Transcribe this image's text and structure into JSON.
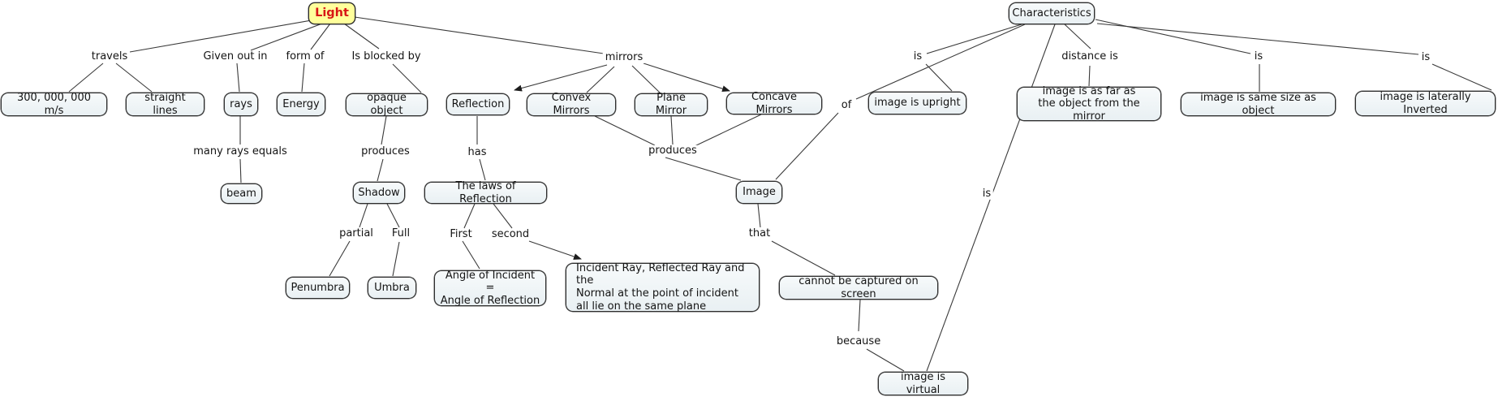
{
  "title": "Light concept map",
  "colors": {
    "background": "#ffffff",
    "node_fill": "#edf3f5",
    "node_border": "#2e2e2e",
    "root_fill": "#ffff9b",
    "root_text": "#d81616",
    "line": "#3a3a3a"
  },
  "nodes": {
    "light": {
      "text": "Light"
    },
    "speed": {
      "text": "300, 000, 000 m/s"
    },
    "straight_lines": {
      "text": "straight lines"
    },
    "rays": {
      "text": "rays"
    },
    "energy": {
      "text": "Energy"
    },
    "opaque_object": {
      "text": "opaque object"
    },
    "reflection": {
      "text": "Reflection"
    },
    "convex_mirrors": {
      "text": "Convex Mirrors"
    },
    "plane_mirror": {
      "text": "Plane Mirror"
    },
    "concave_mirrors": {
      "text": "Concave Mirrors"
    },
    "characteristics": {
      "text": "Characteristics"
    },
    "image_upright": {
      "text": "image is upright"
    },
    "image_far": {
      "text": "image is as far as\nthe object from the mirror"
    },
    "image_same_size": {
      "text": "image is same size as object"
    },
    "image_inverted": {
      "text": "image is laterally Inverted"
    },
    "beam": {
      "text": "beam"
    },
    "shadow": {
      "text": "Shadow"
    },
    "laws": {
      "text": "The laws of Reflection"
    },
    "image": {
      "text": "Image"
    },
    "penumbra": {
      "text": "Penumbra"
    },
    "umbra": {
      "text": "Umbra"
    },
    "angle": {
      "text": "Angle of Incident =\nAngle of Reflection"
    },
    "incident": {
      "text": "Incident Ray, Reflected Ray and the\nNormal at the point of incident\nall lie on the same plane"
    },
    "cannot_captured": {
      "text": "cannot be captured on screen"
    },
    "virtual": {
      "text": "image is virtual"
    }
  },
  "labels": {
    "travels": {
      "text": "travels"
    },
    "given_out_in": {
      "text": "Given out in"
    },
    "form_of": {
      "text": "form of"
    },
    "is_blocked_by": {
      "text": "Is blocked by"
    },
    "mirrors": {
      "text": "mirrors"
    },
    "many_rays_equals": {
      "text": "many rays equals"
    },
    "produces_shadow": {
      "text": "produces"
    },
    "has": {
      "text": "has"
    },
    "produces_image": {
      "text": "produces"
    },
    "partial": {
      "text": "partial"
    },
    "full": {
      "text": "Full"
    },
    "first": {
      "text": "First"
    },
    "second": {
      "text": "second"
    },
    "that": {
      "text": "that"
    },
    "because": {
      "text": "because"
    },
    "of": {
      "text": "of"
    },
    "is_upright": {
      "text": "is"
    },
    "distance_is": {
      "text": "distance is"
    },
    "is_same_size": {
      "text": "is"
    },
    "is_inverted": {
      "text": "is"
    },
    "is_virtual": {
      "text": "is"
    }
  }
}
